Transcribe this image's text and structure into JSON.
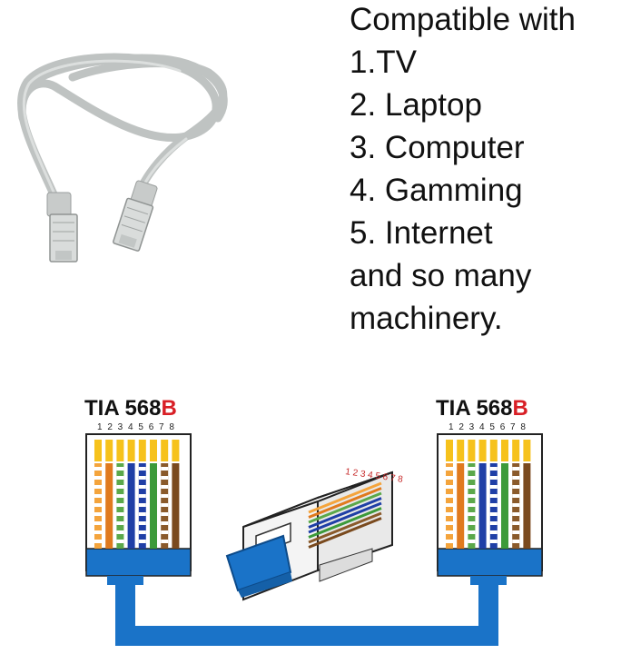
{
  "compat_list": {
    "lines": [
      "Compatible with",
      "1.TV",
      "2. Laptop",
      "3. Computer",
      "4. Gamming",
      "5. Internet",
      "and so many",
      "machinery."
    ]
  },
  "diagram": {
    "left_label": {
      "prefix": "TIA 568",
      "suffix": "B"
    },
    "right_label": {
      "prefix": "TIA 568",
      "suffix": "B"
    },
    "left_pin_numbers": "1 2 3 4 5 6 7 8",
    "right_pin_numbers": "1 2 3 4 5 6 7 8",
    "plug_pin_numbers": "1 2 3 4 5 6 7 8",
    "wire_colors": [
      "#f4a43c",
      "#e07a1e",
      "#5ba84a",
      "#1f3fa6",
      "#1f3fa6",
      "#3c9a3a",
      "#8a5a2b",
      "#7a4a1e"
    ],
    "wire_stripes": [
      true,
      false,
      true,
      false,
      true,
      false,
      true,
      false
    ],
    "cable_color": "#1a73c8",
    "pin_color": "#f6c21c"
  }
}
